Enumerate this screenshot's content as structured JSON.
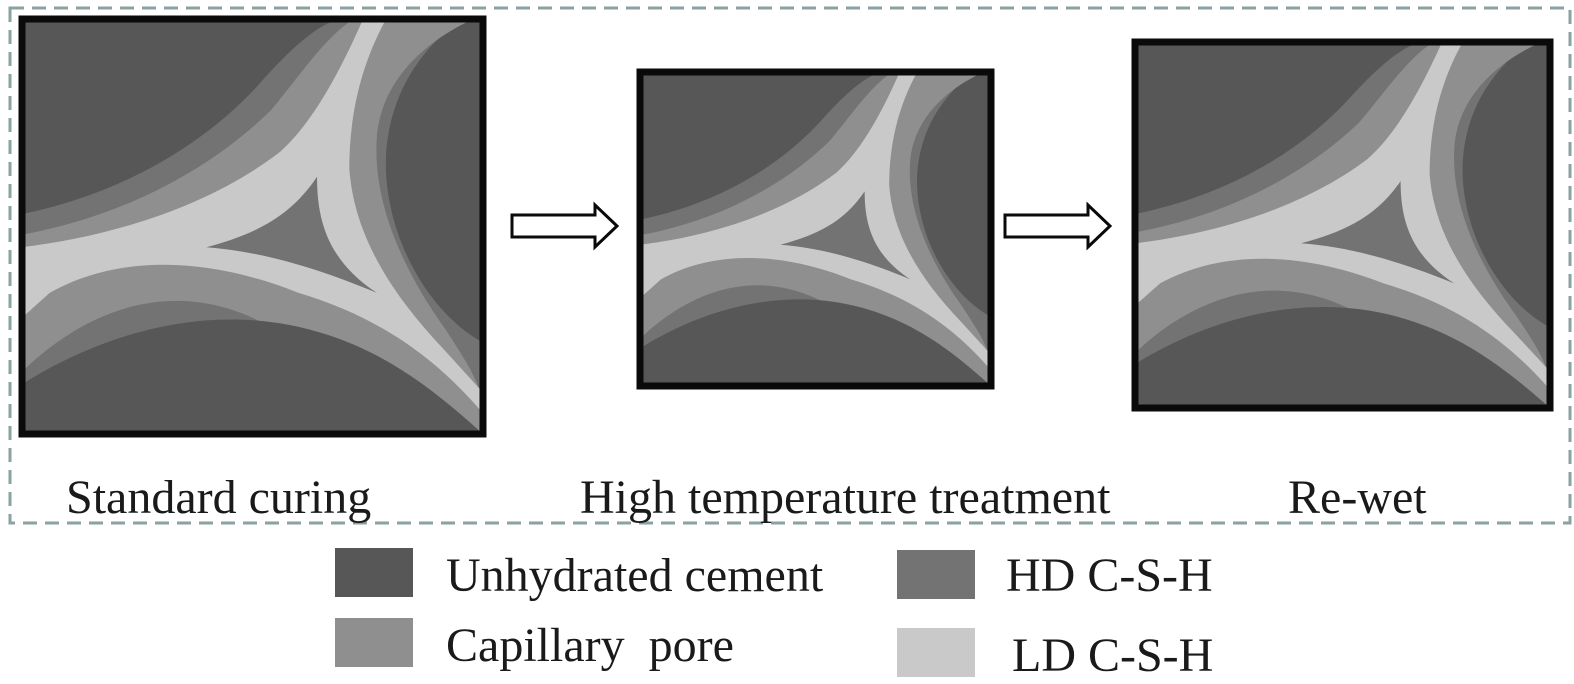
{
  "colors": {
    "unhydrated": "#575757",
    "hd_csh": "#737373",
    "capillary_pore": "#8f8f8f",
    "ld_csh": "#c9c9c9",
    "frame_border": "#0a0a0a",
    "dashed_box": "#8aa2a2"
  },
  "panels": [
    {
      "label": "Standard curing"
    },
    {
      "label": "High temperature treatment"
    },
    {
      "label": "Re-wet"
    }
  ],
  "arrows": [
    {
      "icon": "right-arrow-icon"
    },
    {
      "icon": "right-arrow-icon"
    }
  ],
  "legend": [
    {
      "label": "Unhydrated cement",
      "color": "#575757"
    },
    {
      "label": "Capillary  pore",
      "color": "#8f8f8f"
    },
    {
      "label": "HD C-S-H",
      "color": "#737373"
    },
    {
      "label": "LD C-S-H",
      "color": "#c9c9c9"
    }
  ]
}
